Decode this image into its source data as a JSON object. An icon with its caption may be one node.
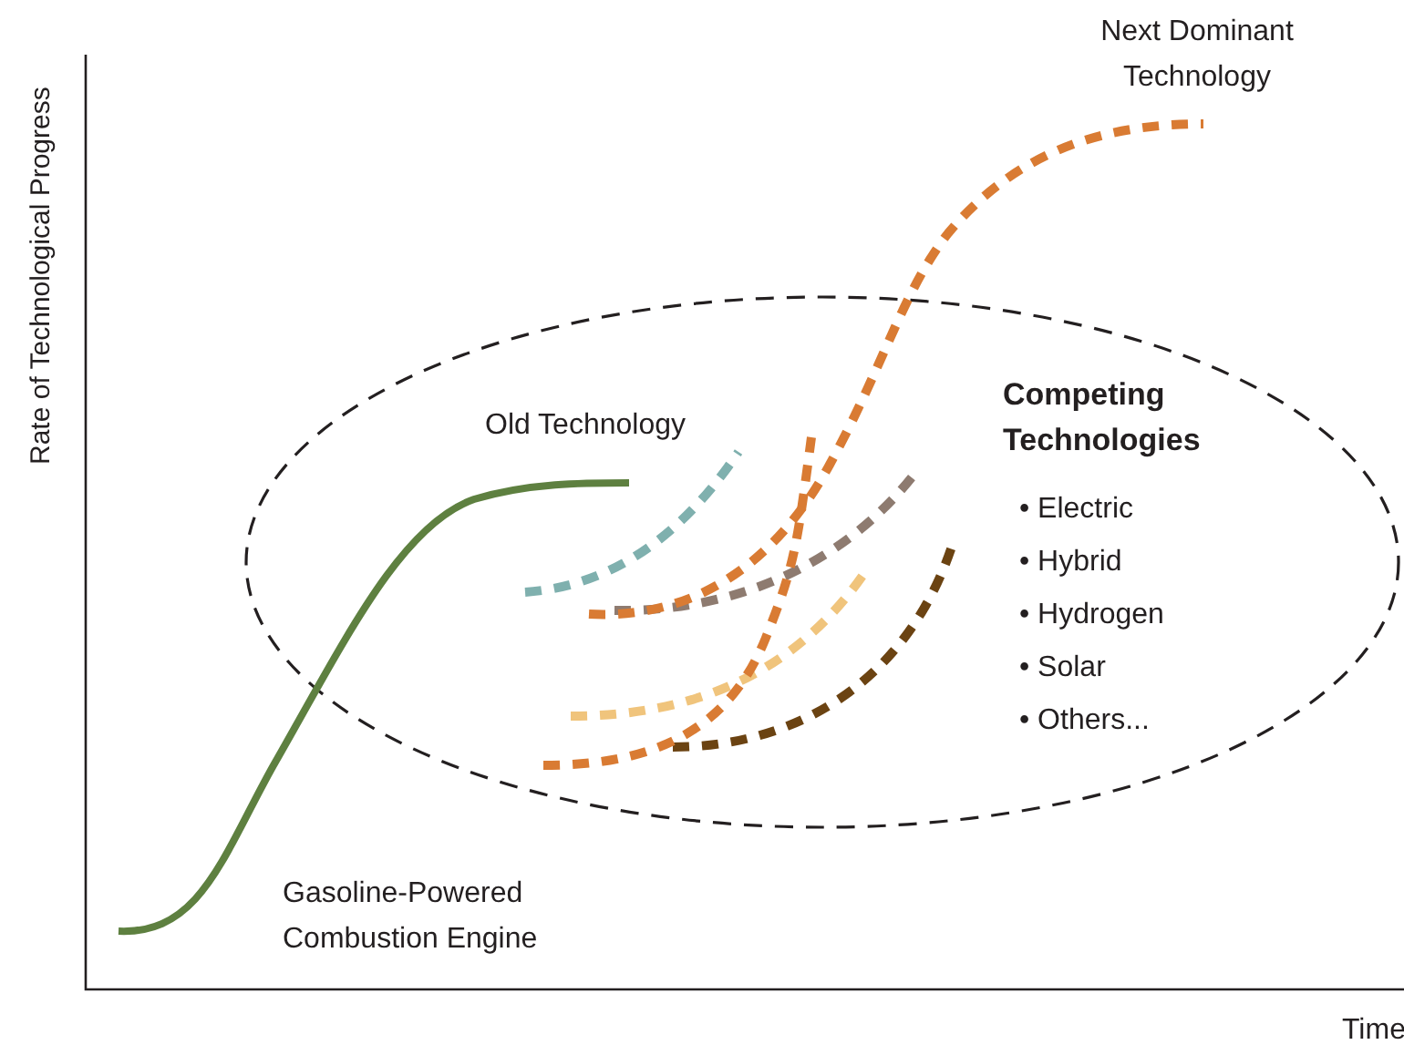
{
  "diagram": {
    "nodes": [
      {
        "text": [
          "Competing Technologies",
          "• Electric",
          "• Hybrid",
          "• Hydrogen",
          "• Solar",
          "• Others..."
        ]
      }
    ],
    "edges": [],
    "labels": [
      "Next Dominant Technology",
      "Rate of Technological Progress",
      "Old Technology",
      "Gasoline-Powered Combustion Engine",
      "Time"
    ]
  }
}
